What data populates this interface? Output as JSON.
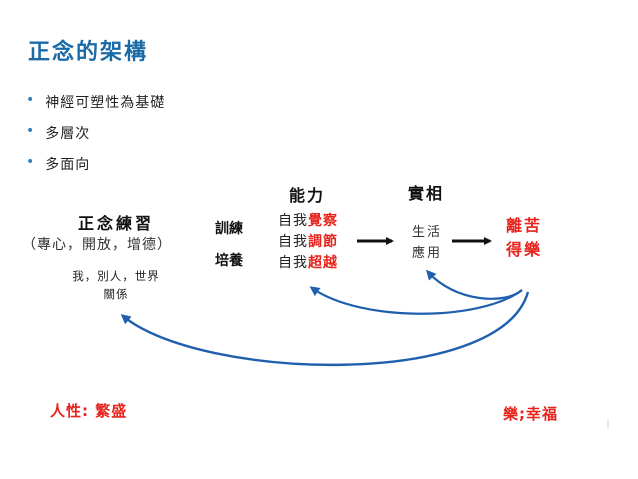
{
  "slide": {
    "title": "正念的架構",
    "bullets": [
      "神經可塑性為基礎",
      "多層次",
      "多面向"
    ]
  },
  "headers": {
    "ability": "能力",
    "reality": "實相"
  },
  "practice": {
    "title": "正念練習",
    "subtitle": "（專心，開放，增德）",
    "scope_line1": "我，別人，世界",
    "scope_line2": "關係"
  },
  "training": {
    "line1": "訓練",
    "line2": "培養"
  },
  "capabilities": [
    {
      "prefix": "自我",
      "highlight": "覺察"
    },
    {
      "prefix": "自我",
      "highlight": "調節"
    },
    {
      "prefix": "自我",
      "highlight": "超越"
    }
  ],
  "life": {
    "line1": "生活",
    "line2": "應用"
  },
  "outcome": {
    "line1": "離苦",
    "line2": "得樂"
  },
  "footer": {
    "left": "人性: 繁盛",
    "right": "樂;幸福"
  },
  "colors": {
    "title": "#1a6aa6",
    "accent_red": "#e8231c",
    "arrow_blue": "#1f5fae"
  }
}
